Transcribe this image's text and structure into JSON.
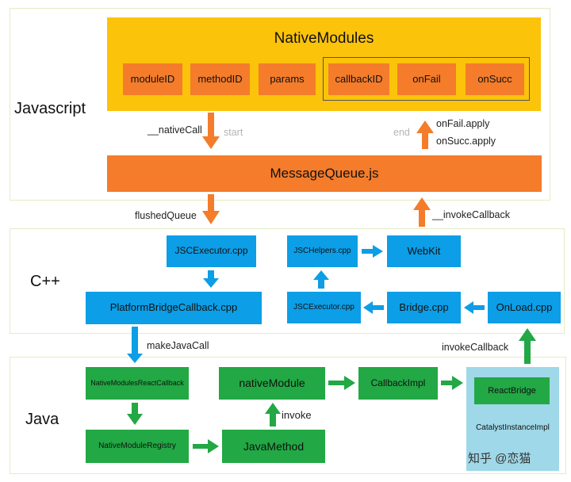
{
  "lanes": {
    "javascript": "Javascript",
    "cpp": "C++",
    "java": "Java"
  },
  "js": {
    "native_modules_title": "NativeModules",
    "fields": [
      "moduleID",
      "methodID",
      "params",
      "callbackID",
      "onFail",
      "onSucc"
    ],
    "message_queue": "MessageQueue.js",
    "native_call": "__nativeCall",
    "start": "start",
    "end": "end",
    "on_fail_apply": "onFail.apply",
    "on_succ_apply": "onSucc.apply",
    "flushed_queue": "flushedQueue",
    "invoke_callback_js": "__invokeCallback"
  },
  "cpp": {
    "jsc_executor_top": "JSCExecutor.cpp",
    "jsc_helpers": "JSCHelpers.cpp",
    "webkit": "WebKit",
    "platform_bridge_callback": "PlatformBridgeCallback.cpp",
    "jsc_executor_bottom": "JSCExecutor.cpp",
    "bridge": "Bridge.cpp",
    "onload": "OnLoad.cpp",
    "make_java_call": "makeJavaCall",
    "invoke_callback": "invokeCallback"
  },
  "java": {
    "native_modules_react_callback": "NativeModulesReactCallback",
    "native_module": "nativeModule",
    "callback_impl": "CallbackImpl",
    "react_bridge": "ReactBridge",
    "catalyst_instance_impl": "CatalystInstanceImpl",
    "native_module_registry": "NativeModuleRegistry",
    "java_method": "JavaMethod",
    "invoke": "invoke"
  },
  "watermark": "知乎 @恋猫",
  "colors": {
    "js_panel": "#fcc30b",
    "orange": "#f47c2b",
    "blue": "#0c9ee6",
    "green": "#22a844",
    "catalyst": "#9fd8e8"
  }
}
